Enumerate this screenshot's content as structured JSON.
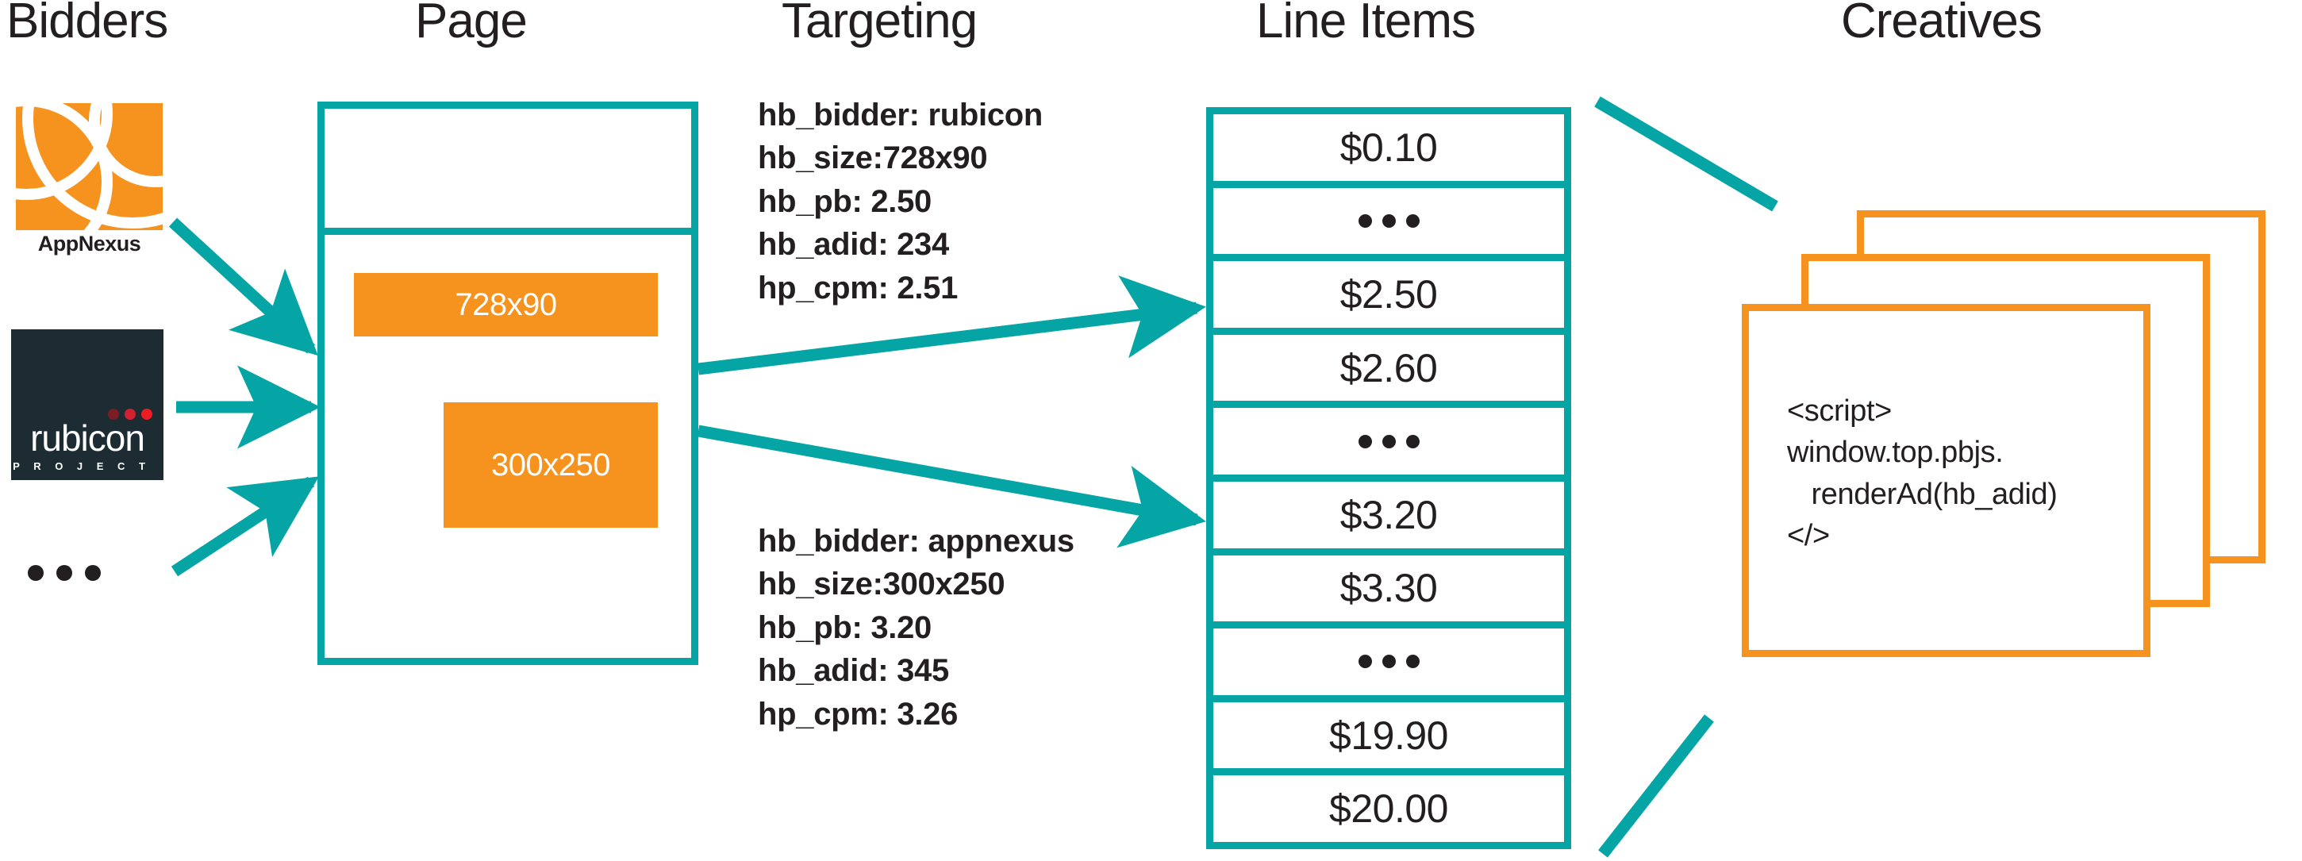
{
  "colors": {
    "teal": "#06a5a5",
    "orange": "#f6921e",
    "ink": "#231f20",
    "rubicon_bg": "#1d2b33",
    "white": "#ffffff",
    "rubicon_dot_1": "#7b1d24",
    "rubicon_dot_2": "#d12030",
    "rubicon_dot_3": "#ed1c24"
  },
  "headers": {
    "bidders": "Bidders",
    "page": "Page",
    "targeting": "Targeting",
    "line_items": "Line Items",
    "creatives": "Creatives"
  },
  "bidders": {
    "appnexus": {
      "label": "AppNexus",
      "logo": "appnexus-logo"
    },
    "rubicon": {
      "word": "rubicon",
      "sub": "P R O J E C T",
      "logo": "rubicon-project-logo"
    },
    "more": "•••"
  },
  "page": {
    "slots": [
      {
        "label": "728x90"
      },
      {
        "label": "300x250"
      }
    ]
  },
  "targeting": {
    "block_top": [
      "hb_bidder: rubicon",
      "hb_size:728x90",
      "hb_pb: 2.50",
      "hb_adid: 234",
      "hp_cpm: 2.51"
    ],
    "block_bottom": [
      "hb_bidder: appnexus",
      "hb_size:300x250",
      "hb_pb: 3.20",
      "hb_adid: 345",
      "hp_cpm: 3.26"
    ]
  },
  "line_items": {
    "rows": [
      {
        "type": "price",
        "label": "$0.10"
      },
      {
        "type": "ellipsis",
        "label": "•••"
      },
      {
        "type": "price",
        "label": "$2.50"
      },
      {
        "type": "price",
        "label": "$2.60"
      },
      {
        "type": "ellipsis",
        "label": "•••"
      },
      {
        "type": "price",
        "label": "$3.20"
      },
      {
        "type": "price",
        "label": "$3.30"
      },
      {
        "type": "ellipsis",
        "label": "•••"
      },
      {
        "type": "price",
        "label": "$19.90"
      },
      {
        "type": "price",
        "label": "$20.00"
      }
    ]
  },
  "creatives": {
    "code": "<script>\nwindow.top.pbjs.\n   renderAd(hb_adid)\n</>"
  }
}
